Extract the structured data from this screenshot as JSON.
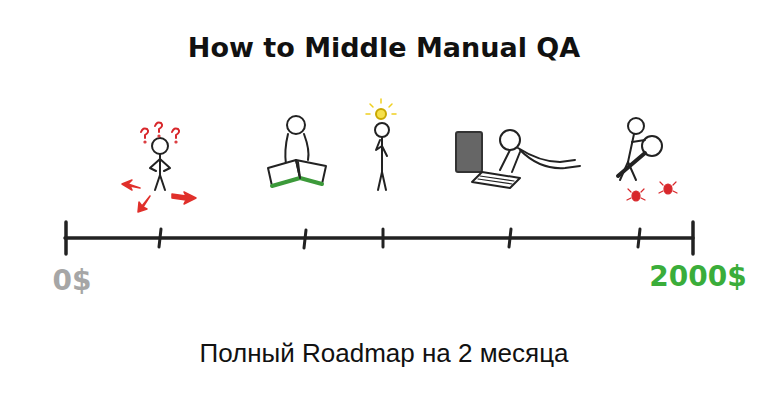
{
  "diagram": {
    "title": "How to Middle Manual QA",
    "caption": "Полный Roadmap на 2 месяца",
    "labels": [
      "0$",
      "2000$"
    ]
  }
}
